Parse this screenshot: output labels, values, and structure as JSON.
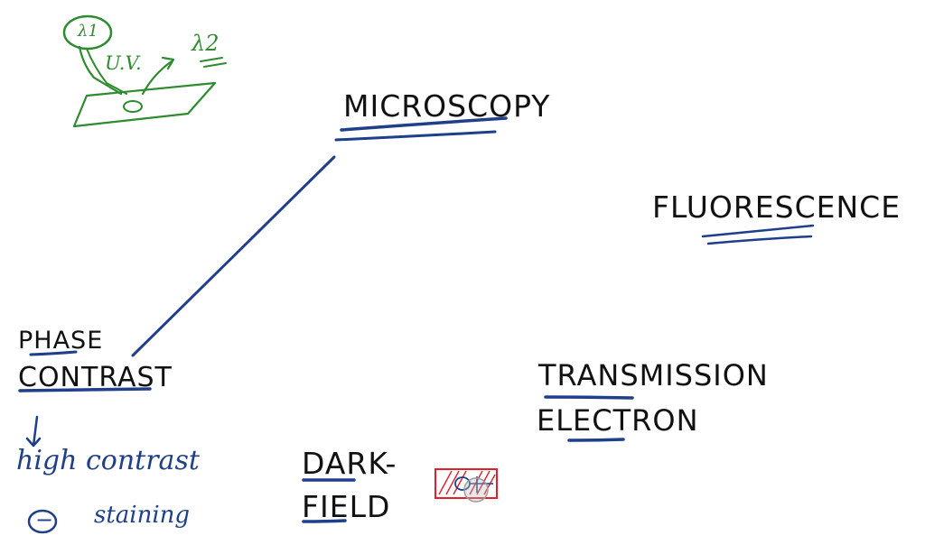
{
  "words": {
    "microscopy": "MICROSCOPY",
    "fluorescence": "FLUORESCENCE",
    "phase": "PHASE",
    "contrast": "CONTRAST",
    "transmission": "TRANSMISSION",
    "electron": "ELECTRON",
    "dark": "DARK-",
    "field": "FIELD"
  },
  "annotations": {
    "sketch_light_source": "λ1",
    "sketch_uv": "U.V.",
    "sketch_emitted": "λ2",
    "high_contrast": "high contrast",
    "minus_sign": "−",
    "staining": "staining"
  },
  "colors": {
    "ink": "#111111",
    "blue_ink": "#1f3f8a",
    "green_ink": "#2e8b2e",
    "red_ink": "#e0202a"
  }
}
